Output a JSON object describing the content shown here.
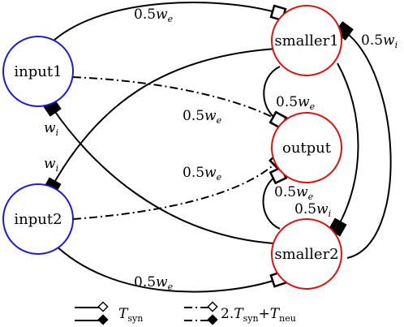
{
  "nodes": {
    "input1": {
      "label": "input1",
      "color": "#1a1adb"
    },
    "input2": {
      "label": "input2",
      "color": "#1a1adb"
    },
    "smaller1": {
      "label": "smaller1",
      "color": "#e01010"
    },
    "output": {
      "label": "output",
      "color": "#e01010"
    },
    "smaller2": {
      "label": "smaller2",
      "color": "#e01010"
    }
  },
  "edge_labels": {
    "in1_s1": {
      "coef": "0.5",
      "var": "w",
      "sub": "e"
    },
    "in1_out": {
      "coef": "0.5",
      "var": "w",
      "sub": "e"
    },
    "in2_out": {
      "coef": "0.5",
      "var": "w",
      "sub": "e"
    },
    "in2_s2": {
      "coef": "0.5",
      "var": "w",
      "sub": "e"
    },
    "s1_out": {
      "coef": "0.5",
      "var": "w",
      "sub": "e"
    },
    "s2_out": {
      "coef": "0.5",
      "var": "w",
      "sub": "e"
    },
    "s1_s2": {
      "coef": "0.5",
      "var": "w",
      "sub": "i"
    },
    "s2_s1": {
      "coef": "0.5",
      "var": "w",
      "sub": "i"
    },
    "s2_in1": {
      "coef": "",
      "var": "w",
      "sub": "i"
    },
    "s1_in2": {
      "coef": "",
      "var": "w",
      "sub": "i"
    }
  },
  "legend": {
    "solid": {
      "var": "T",
      "sub": "syn"
    },
    "dashdot": {
      "prefix": "2.",
      "var": "T",
      "sub": "syn",
      "plus": "+",
      "var2": "T",
      "sub2": "neu"
    }
  }
}
